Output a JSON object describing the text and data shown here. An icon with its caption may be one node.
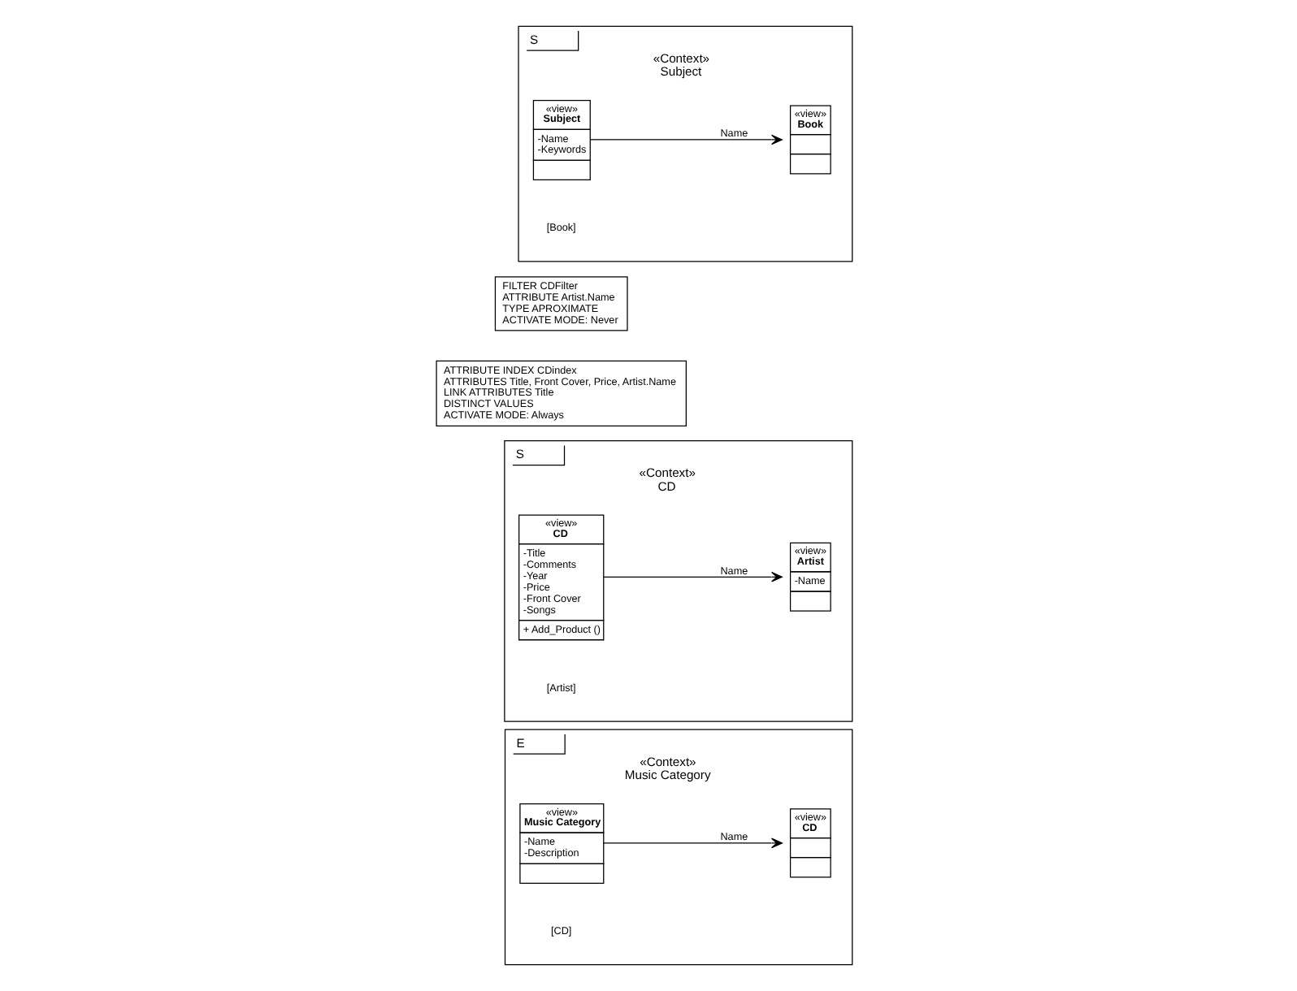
{
  "diagram": {
    "nodes": [
      {
        "text": [
          "E",
          "«Context»",
          "Music Category"
        ]
      },
      {
        "text": [
          "«view»",
          "Music Category",
          "-Name",
          "-Description"
        ],
        "in": 0
      },
      {
        "text": [
          "«view»",
          "CD"
        ],
        "in": 0
      },
      {
        "text": [
          "S",
          "«Context»",
          "CD"
        ]
      },
      {
        "text": [
          "«view»",
          "CD",
          "-Title",
          "-Comments",
          "-Year",
          "-Price",
          "-Front Cover",
          "-Songs",
          "+ Add_Product ()"
        ],
        "in": 3
      },
      {
        "text": [
          "«view»",
          "Artist",
          "-Name"
        ],
        "in": 3
      },
      {
        "text": [
          "ATTRIBUTE INDEX CDindex",
          "ATTRIBUTES Title, Front Cover, Price, Artist.Name",
          "LINK ATTRIBUTES Title",
          "DISTINCT VALUES",
          "ACTIVATE MODE: Always"
        ]
      },
      {
        "text": [
          "FILTER CDFilter",
          "ATTRIBUTE Artist.Name",
          "TYPE APROXIMATE",
          "ACTIVATE MODE: Never"
        ]
      },
      {
        "text": [
          "S",
          "«Context»",
          "Subject"
        ]
      },
      {
        "text": [
          "«view»",
          "Subject",
          "-Name",
          "-Keywords"
        ],
        "in": 8
      },
      {
        "text": [
          "«view»",
          "Book"
        ],
        "in": 8
      }
    ],
    "edges": [
      {
        "from": 1,
        "to": 2,
        "arrow": "to",
        "label": "Name"
      },
      {
        "from": 4,
        "to": 5,
        "arrow": "to",
        "label": "Name"
      },
      {
        "from": 9,
        "to": 10,
        "arrow": "to",
        "label": "Name"
      }
    ],
    "labels": [
      "[CD]",
      "[Artist]",
      "[Book]"
    ]
  }
}
